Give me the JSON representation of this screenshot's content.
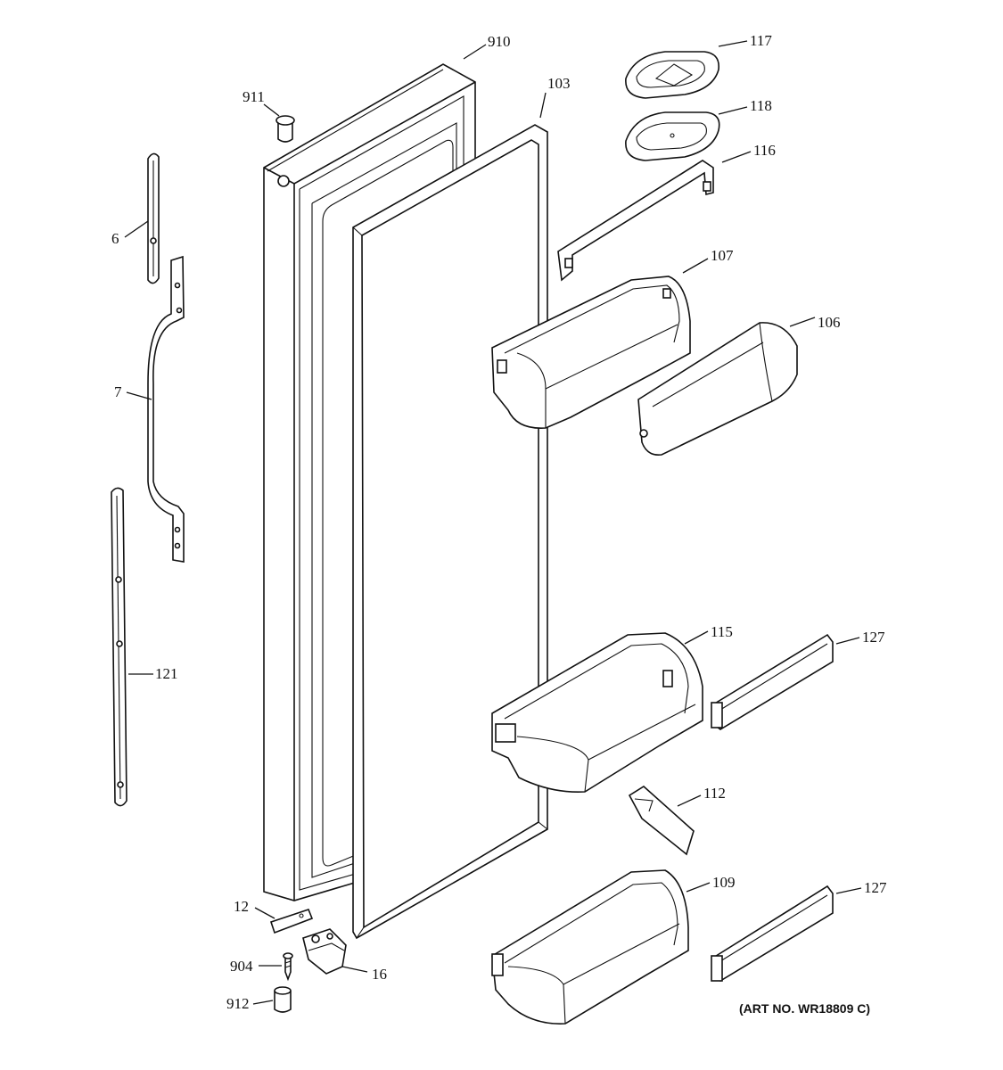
{
  "callouts": {
    "c910": "910",
    "c911": "911",
    "c103": "103",
    "c117": "117",
    "c118": "118",
    "c116": "116",
    "c6": "6",
    "c107": "107",
    "c106": "106",
    "c7": "7",
    "c121": "121",
    "c115": "115",
    "c127a": "127",
    "c112": "112",
    "c109": "109",
    "c127b": "127",
    "c12": "12",
    "c904": "904",
    "c16": "16",
    "c912": "912"
  },
  "art_number": "(ART NO. WR18809 C)"
}
